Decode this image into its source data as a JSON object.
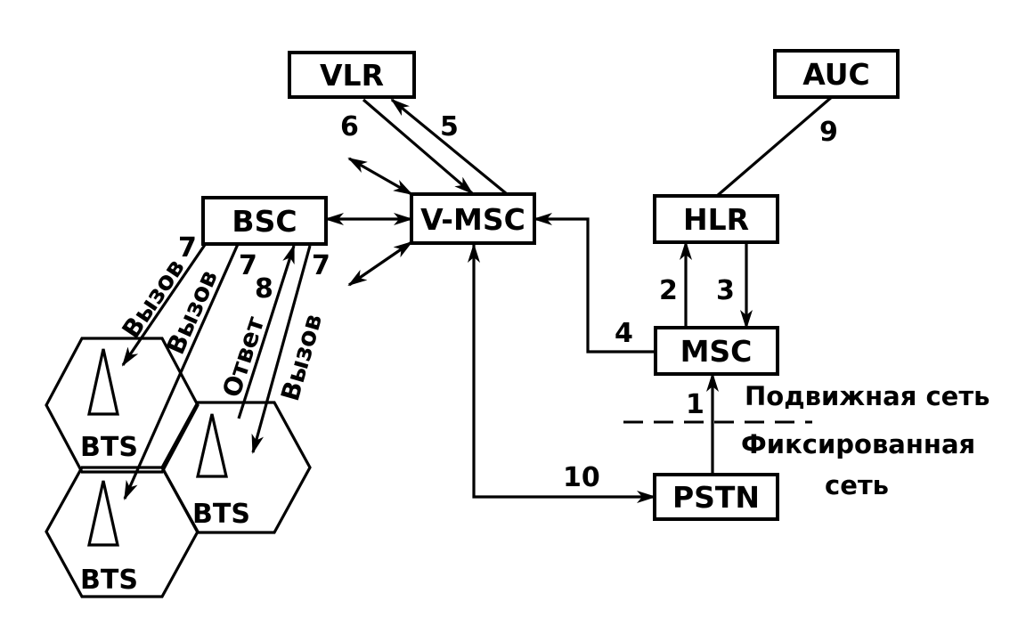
{
  "nodes": {
    "vlr": "VLR",
    "auc": "AUC",
    "bsc": "BSC",
    "vmsc": "V-MSC",
    "hlr": "HLR",
    "msc": "MSC",
    "pstn": "PSTN"
  },
  "bts": [
    "BTS",
    "BTS",
    "BTS"
  ],
  "steps": {
    "s1": "1",
    "s2": "2",
    "s3": "3",
    "s4": "4",
    "s5": "5",
    "s6": "6",
    "s7a": "7",
    "s7b": "7",
    "s7c": "7",
    "s8": "8",
    "s9": "9",
    "s10": "10"
  },
  "signals": {
    "call_1": "Вызов",
    "call_2": "Вызов",
    "answer": "Ответ",
    "call_3": "Вызов"
  },
  "networks": {
    "mobile": "Подвижная сеть",
    "fixed_line1": "Фиксированная",
    "fixed_line2": "сеть"
  }
}
